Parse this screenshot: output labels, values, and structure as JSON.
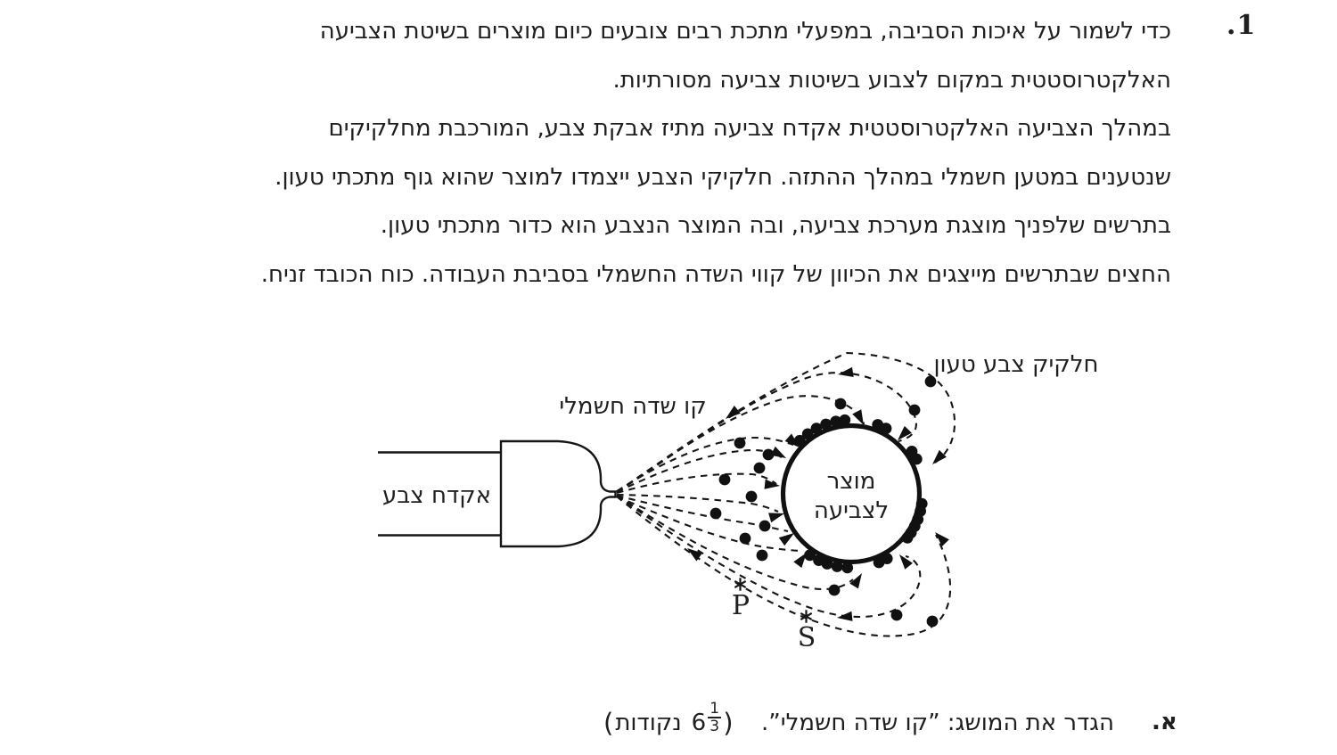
{
  "page": {
    "type": "scanned exam page",
    "language": "Hebrew",
    "background": "#ffffff",
    "ink": "#1f1f1f"
  },
  "question_number": "1.",
  "paragraph": {
    "lines": [
      "כדי לשמור על איכות הסביבה, במפעלי מתכת רבים צובעים כיום מוצרים בשיטת הצביעה",
      "האלקטרוסטטית במקום לצבוע בשיטות צביעה מסורתיות.",
      "במהלך הצביעה האלקטרוסטטית אקדח צביעה מתיז אבקת צבע, המורכבת מחלקיקים",
      "שנטענים במטען חשמלי במהלך ההתזה. חלקיקי הצבע ייצמדו למוצר שהוא גוף מתכתי טעון.",
      "בתרשים שלפניך מוצגת מערכת צביעה, ובה המוצר הנצבע הוא כדור מתכתי טעון.",
      "החצים שבתרשים מייצגים את הכיוון של קווי השדה החשמלי בסביבת העבודה. כוח הכובד זניח."
    ]
  },
  "diagram": {
    "labels": {
      "field_line": "קו שדה חשמלי",
      "charged_paint_particle": "חלקיק צבע טעון",
      "paint_gun": "אקדח צבע",
      "product_line1": "מוצר",
      "product_line2": "לצביעה",
      "point_p": "P",
      "point_s": "S"
    }
  },
  "sub_question": {
    "marker": "א.",
    "text": "הגדר את המושג: ”קו שדה חשמלי”.",
    "points": {
      "full": "( 6⅓ נקודות)",
      "open_paren": "(",
      "word": "נקודות",
      "integer": "6",
      "fraction_numerator": "1",
      "fraction_denominator": "3",
      "close_paren": ")"
    }
  }
}
